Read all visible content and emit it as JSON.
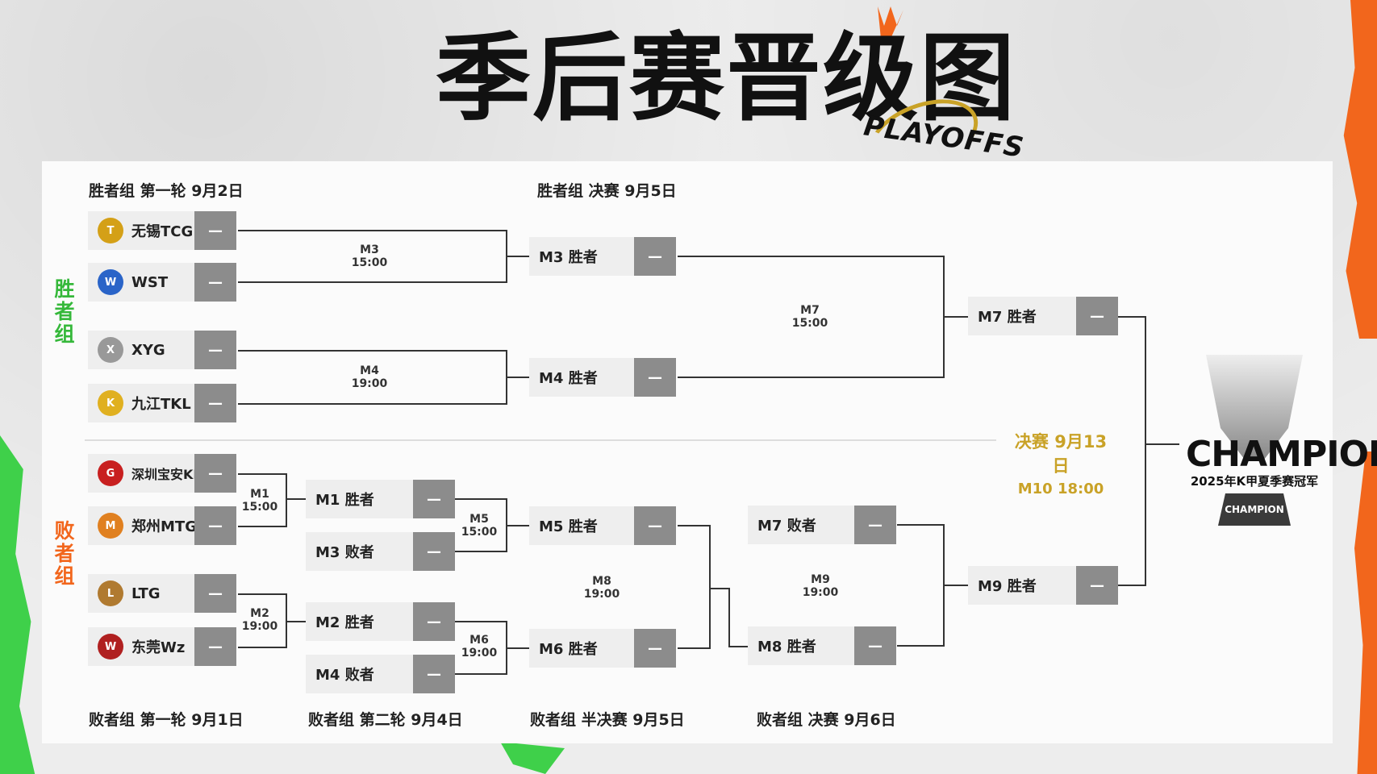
{
  "title": "季后赛晋级图",
  "title_badge": "PLAYOFFS",
  "side_labels": {
    "winners": "胜者组",
    "losers": "败者组"
  },
  "round_labels": {
    "wb_r1": "胜者组 第一轮 9月2日",
    "wb_final": "胜者组 决赛 9月5日",
    "lb_r1": "败者组 第一轮 9月1日",
    "lb_r2": "败者组 第二轮 9月4日",
    "lb_semi": "败者组 半决赛 9月5日",
    "lb_final": "败者组 决赛 9月6日"
  },
  "teams": [
    {
      "name": "无锡TCG",
      "score": "—",
      "logo_color": "#d4a017"
    },
    {
      "name": "WST",
      "score": "—",
      "logo_color": "#2a64c8"
    },
    {
      "name": "XYG",
      "score": "—",
      "logo_color": "#999999"
    },
    {
      "name": "九江TKL",
      "score": "—",
      "logo_color": "#e0b020"
    },
    {
      "name": "深圳宝安KLG",
      "score": "—",
      "logo_color": "#c82020"
    },
    {
      "name": "郑州MTG",
      "score": "—",
      "logo_color": "#e08020"
    },
    {
      "name": "LTG",
      "score": "—",
      "logo_color": "#b07a30"
    },
    {
      "name": "东莞Wz",
      "score": "—",
      "logo_color": "#b02020"
    }
  ],
  "slots": {
    "m3w": {
      "name": "M3 胜者",
      "score": "—"
    },
    "m4w": {
      "name": "M4 胜者",
      "score": "—"
    },
    "m7w": {
      "name": "M7 胜者",
      "score": "—"
    },
    "m1w": {
      "name": "M1 胜者",
      "score": "—"
    },
    "m3l": {
      "name": "M3 败者",
      "score": "—"
    },
    "m2w": {
      "name": "M2 胜者",
      "score": "—"
    },
    "m4l": {
      "name": "M4 败者",
      "score": "—"
    },
    "m5w": {
      "name": "M5 胜者",
      "score": "—"
    },
    "m6w": {
      "name": "M6 胜者",
      "score": "—"
    },
    "m7l": {
      "name": "M7 败者",
      "score": "—"
    },
    "m8w": {
      "name": "M8 胜者",
      "score": "—"
    },
    "m9w": {
      "name": "M9 胜者",
      "score": "—"
    }
  },
  "matches": {
    "m1": {
      "id": "M1",
      "time": "15:00"
    },
    "m2": {
      "id": "M2",
      "time": "19:00"
    },
    "m3": {
      "id": "M3",
      "time": "15:00"
    },
    "m4": {
      "id": "M4",
      "time": "19:00"
    },
    "m5": {
      "id": "M5",
      "time": "15:00"
    },
    "m6": {
      "id": "M6",
      "time": "19:00"
    },
    "m7": {
      "id": "M7",
      "time": "15:00"
    },
    "m8": {
      "id": "M8",
      "time": "19:00"
    },
    "m9": {
      "id": "M9",
      "time": "19:00"
    }
  },
  "final": {
    "label": "决赛 9月13日",
    "match": "M10 18:00"
  },
  "trophy": {
    "title": "CHAMPION",
    "subtitle": "2025年K甲夏季赛冠军",
    "base_text": "CHAMPION"
  },
  "colors": {
    "winners": "#35b83a",
    "losers": "#f2661c",
    "gold": "#c9a227",
    "score_bg": "#8c8c8c"
  }
}
